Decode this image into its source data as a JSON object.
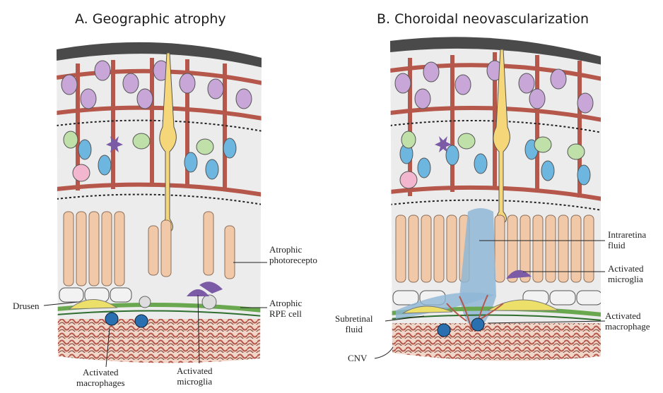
{
  "panels": [
    {
      "title": "A. Geographic atrophy",
      "labels": {
        "drusen": "Drusen",
        "atrophic_photoreceptor": [
          "Atrophic",
          "photorecepto"
        ],
        "atrophic_rpe": [
          "Atrophic",
          "RPE cell"
        ],
        "activated_macrophages": [
          "Activated",
          "macrophages"
        ],
        "activated_microglia": [
          "Activated",
          "microglia"
        ]
      }
    },
    {
      "title": "B. Choroidal neovascularization",
      "labels": {
        "intraretina_fluid": [
          "Intraretina",
          "fluid"
        ],
        "activated_microglia": [
          "Activated",
          "microglia"
        ],
        "subretinal_fluid": [
          "Subretinal",
          "fluid"
        ],
        "activated_macrophage": [
          "Activated",
          "macrophage"
        ],
        "cnv": "CNV"
      }
    }
  ],
  "colors": {
    "vessel": "#b5574a",
    "ganglion": "#c9a6d8",
    "bipolar": "#6cb6e0",
    "amacrine": "#bfe0a8",
    "horizontal": "#f2b7cf",
    "muller": "#f5d77a",
    "photoreceptor": "#f1c9a8",
    "microglia": "#7b5aa6",
    "macrophage": "#2a6fb0",
    "drusen": "#ece06a",
    "bruch": "#6aa84f",
    "fluid": "#8fb7d6",
    "choroid": "#c87a5c"
  }
}
